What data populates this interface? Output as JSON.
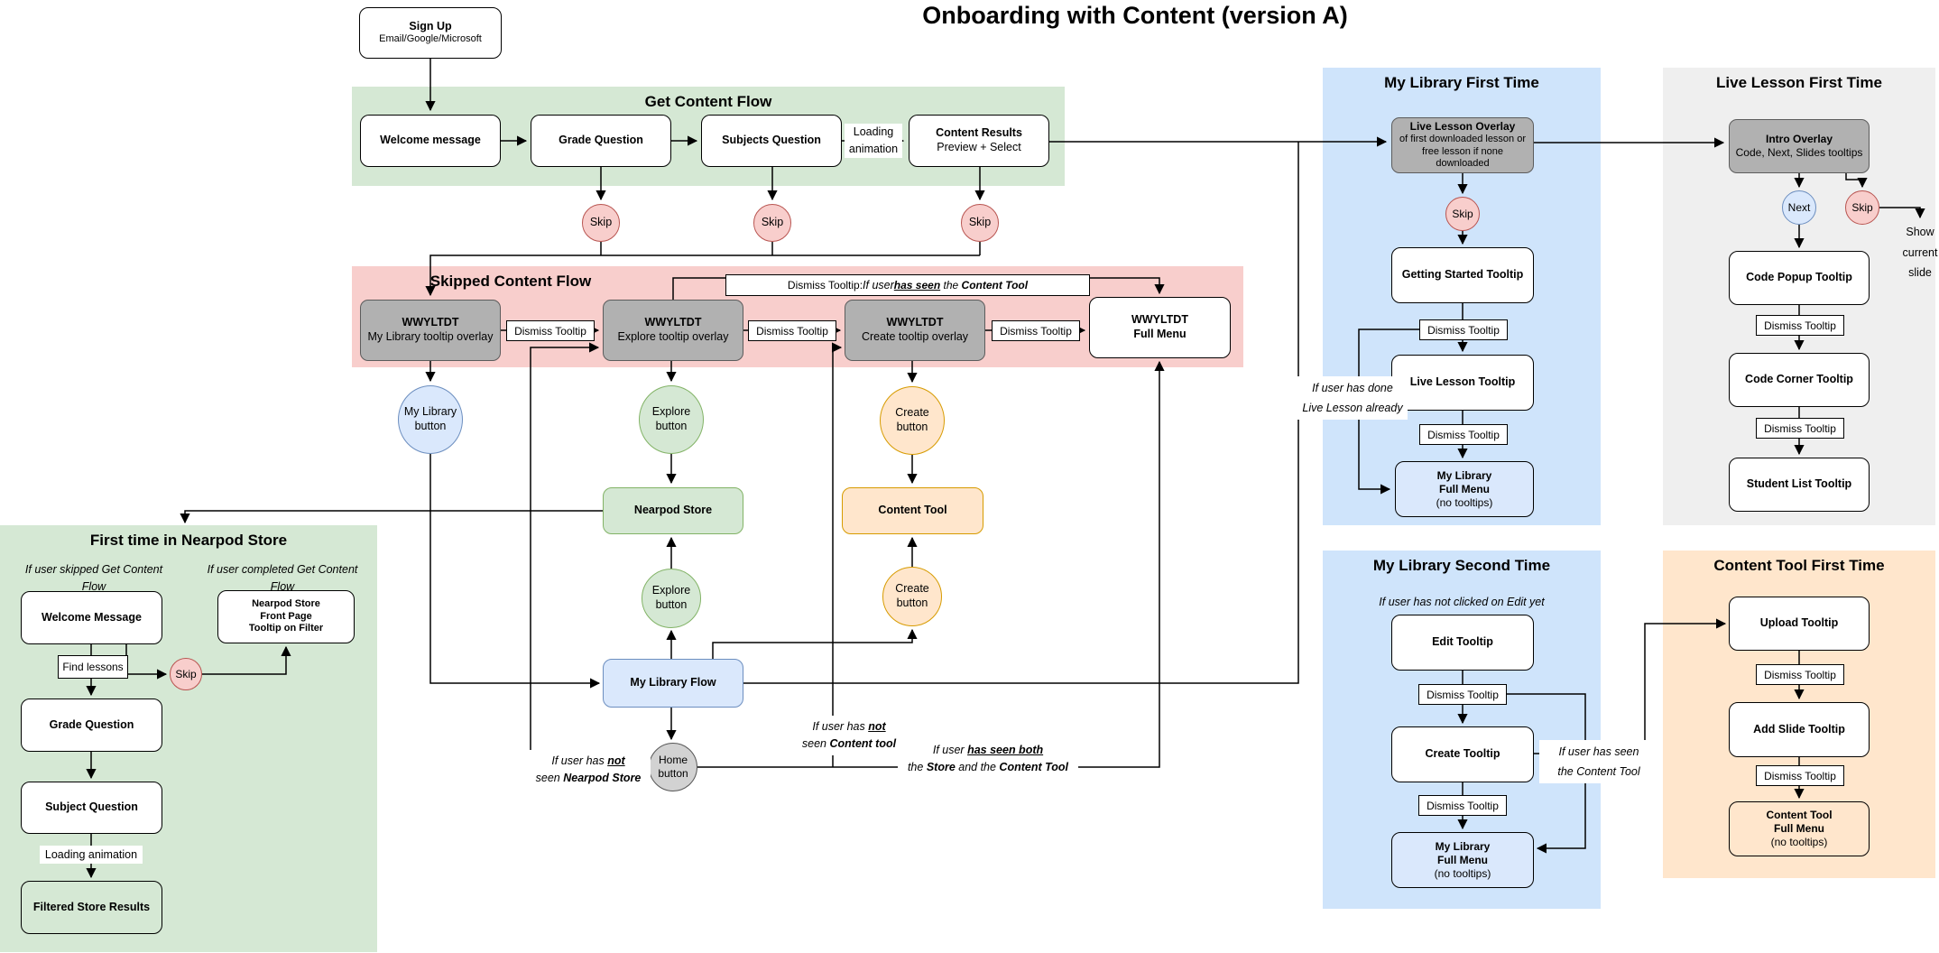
{
  "title": "Onboarding with Content (version A)",
  "colors": {
    "section_green": "#d5e8d4",
    "section_pink": "#f8cecc",
    "section_blue": "#cfe4fb",
    "section_gray": "#efefef",
    "section_orange": "#ffe6cc",
    "node_gray": "#b1b1b1",
    "skip_fill": "#f8cecc",
    "skip_stroke": "#b85450",
    "blue_fill": "#dae8fc",
    "blue_stroke": "#6c8ebf",
    "green_fill": "#d5e8d4",
    "green_stroke": "#82b366",
    "orange_fill": "#ffe6cc",
    "orange_stroke": "#d79b00"
  },
  "signup": {
    "line1": "Sign Up",
    "line2": "Email/Google/Microsoft"
  },
  "get_content": {
    "section_title": "Get Content Flow",
    "welcome": "Welcome message",
    "grade": "Grade Question",
    "subjects": "Subjects Question",
    "loading": "Loading animation",
    "results_line1": "Content Results",
    "results_line2": "Preview + Select",
    "skip": "Skip"
  },
  "skipped": {
    "section_title": "Skipped Content Flow",
    "wwyltdt": "WWYLTDT",
    "box1_sub": "My Library tooltip overlay",
    "box2_sub": "Explore tooltip overlay",
    "box3_sub": "Create tooltip overlay",
    "full_line1": "WWYLTDT",
    "full_line2": "Full Menu",
    "dismiss": "Dismiss Tooltip",
    "bypass": {
      "a": "Dismiss Tooltip: ",
      "b": "If user ",
      "c": "has seen",
      "d": " the ",
      "e": "Content Tool"
    }
  },
  "mid": {
    "my_library_button": "My Library button",
    "explore_button": "Explore button",
    "create_button": "Create button",
    "nearpod_store": "Nearpod Store",
    "content_tool": "Content Tool",
    "my_library_flow": "My Library Flow",
    "home_button": "Home button",
    "ann_not_content": {
      "l1a": "If user has ",
      "l1b": "not",
      "l2a": "seen ",
      "l2b": "Content tool"
    },
    "ann_not_nearpod": {
      "l1a": "If user has ",
      "l1b": "not",
      "l2a": "seen ",
      "l2b": "Nearpod Store"
    },
    "ann_seen_both": {
      "l1a": "If user ",
      "l1b": "has seen both",
      "l2a": "the ",
      "l2b": "Store",
      "l2c": " and the ",
      "l2d": "Content Tool"
    }
  },
  "nearpod_first": {
    "section_title": "First time in Nearpod Store",
    "cond_skipped": "If user skipped Get Content Flow",
    "cond_completed": "If user completed Get Content Flow",
    "welcome": "Welcome Message",
    "store_l1": "Nearpod Store",
    "store_l2": "Front Page",
    "store_l3": "Tooltip on Filter",
    "find_lessons": "Find lessons",
    "skip": "Skip",
    "grade": "Grade Question",
    "subject": "Subject Question",
    "loading": "Loading animation",
    "filtered": "Filtered Store Results"
  },
  "mylib_first": {
    "section_title": "My Library First Time",
    "overlay_l1": "Live Lesson Overlay",
    "overlay_l2": "of first downloaded lesson or free lesson if none downloaded",
    "skip": "Skip",
    "getting_started": "Getting Started Tooltip",
    "dismiss": "Dismiss Tooltip",
    "live_lesson": "Live Lesson Tooltip",
    "ann_l1": "If user has done",
    "ann_l2": "Live Lesson already",
    "full_l1": "My Library",
    "full_l2": "Full Menu",
    "full_l3": "(no tooltips)"
  },
  "live_first": {
    "section_title": "Live Lesson First Time",
    "overlay_l1": "Intro Overlay",
    "overlay_l2": "Code, Next, Slides tooltips",
    "next": "Next",
    "skip": "Skip",
    "show_current": "Show current slide",
    "code_popup": "Code Popup Tooltip",
    "dismiss": "Dismiss Tooltip",
    "code_corner": "Code Corner Tooltip",
    "student_list": "Student List Tooltip"
  },
  "mylib_second": {
    "section_title": "My Library Second Time",
    "condition": "If user has not clicked on Edit yet",
    "edit": "Edit Tooltip",
    "dismiss": "Dismiss Tooltip",
    "create": "Create Tooltip",
    "ann_l1": "If user has seen",
    "ann_l2": "the Content Tool",
    "full_l1": "My Library",
    "full_l2": "Full Menu",
    "full_l3": "(no tooltips)"
  },
  "ct_first": {
    "section_title": "Content Tool First Time",
    "upload": "Upload Tooltip",
    "dismiss": "Dismiss Tooltip",
    "add_slide": "Add Slide Tooltip",
    "full_l1": "Content Tool",
    "full_l2": "Full Menu",
    "full_l3": "(no tooltips)"
  }
}
